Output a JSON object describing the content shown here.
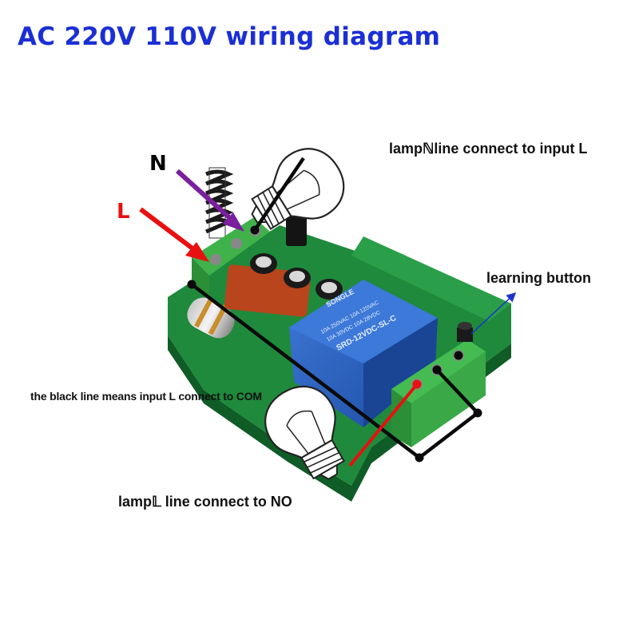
{
  "title": "AC 220V 110V wiring diagram",
  "labels": {
    "wire_n": "N",
    "wire_l": "L",
    "lamp_n": "lampℕline connect to input L",
    "learning_button": "learning button",
    "black_line": "the black line means  input L connect to COM",
    "lamp_l": "lamp𝕃 line connect to NO"
  },
  "relay": {
    "brand": "SONGLE",
    "model": "SRD-12VDC-SL-C",
    "rating_1": "10A 250VAC  10A 125VAC",
    "rating_2": "10A 30VDC  10A 28VDC"
  },
  "colors": {
    "title": "#1a2fd6",
    "wire_l": "#e81010",
    "wire_n": "#7a1f9e",
    "board": "#1f8a3c",
    "relay": "#2257b8",
    "terminal": "#3fb24a",
    "learn_arrow": "#1c33cc"
  },
  "icons": [
    "light-bulb-icon",
    "arrow-icon"
  ]
}
